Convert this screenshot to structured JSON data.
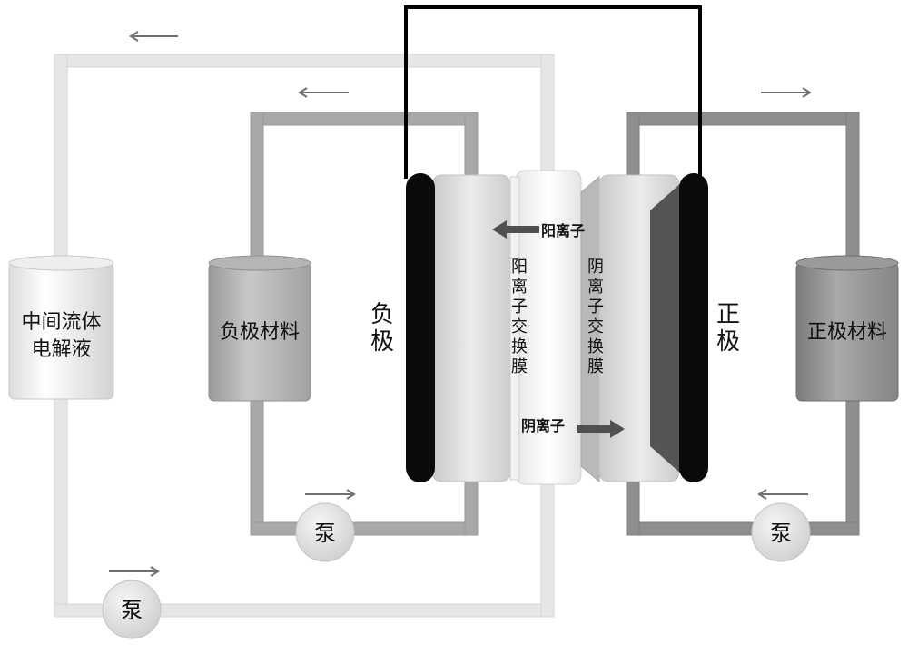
{
  "tanks": {
    "intermediate": [
      "中间流体",
      "电解液"
    ],
    "negative": "负极材料",
    "positive": "正极材料"
  },
  "electrodes": {
    "negative": [
      "负",
      "极"
    ],
    "positive": [
      "正",
      "极"
    ]
  },
  "membranes": {
    "cation": [
      "阳",
      "离",
      "子",
      "交",
      "换",
      "膜"
    ],
    "anion": [
      "阴",
      "离",
      "子",
      "交",
      "换",
      "膜"
    ]
  },
  "ions": {
    "cation": "阳离子",
    "anion": "阴离子"
  },
  "pump_label": "泵",
  "colors": {
    "electrode": "#0a0a0a",
    "dark_plate": "#555555",
    "wire": "#000000",
    "pipe_light": "#e6e6e6",
    "pipe_mid": "#a8a8a8",
    "pipe_dark": "#8e8e8e",
    "arrow": "#6f6f6f",
    "ion_arrow": "#505050"
  }
}
